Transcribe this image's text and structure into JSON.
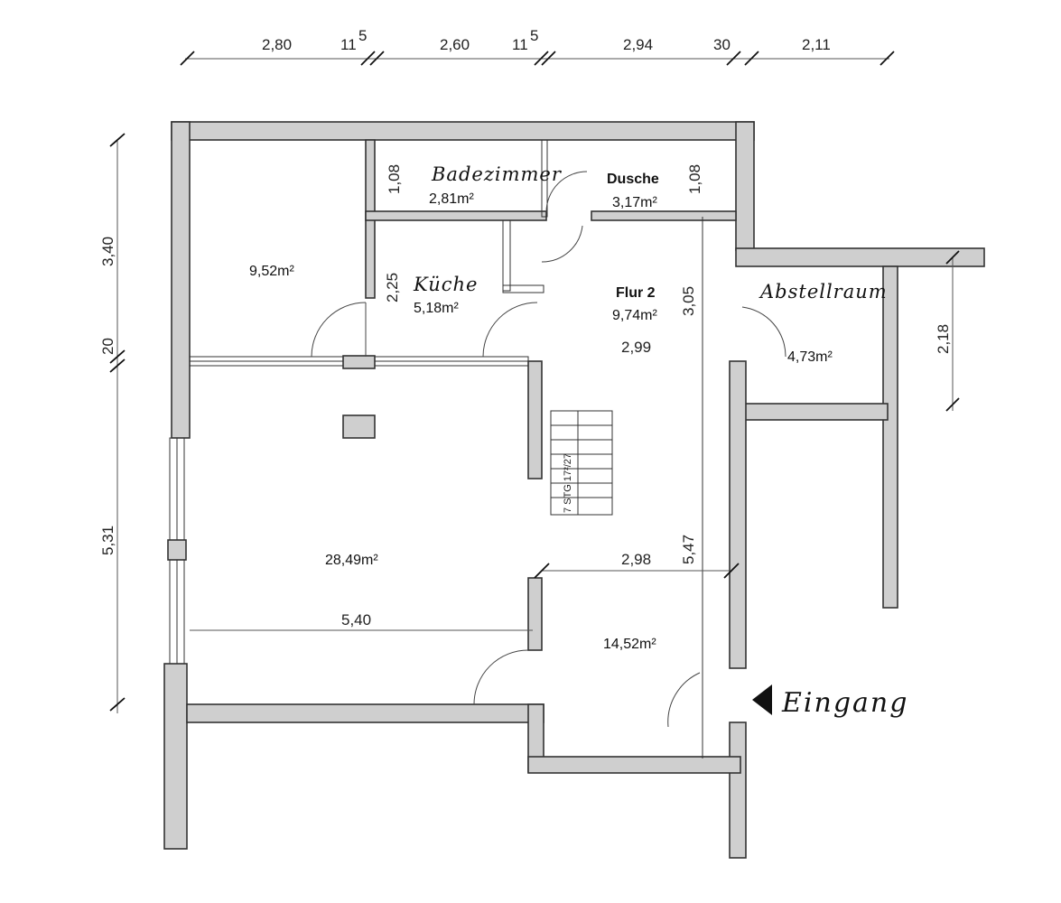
{
  "dimensions": {
    "top": [
      "2,80",
      "11",
      "5",
      "2,60",
      "11",
      "5",
      "2,94",
      "30",
      "2,11"
    ],
    "left": [
      "3,40",
      "20",
      "5,31"
    ],
    "internal": [
      "1,08",
      "1,08",
      "2,25",
      "3,05",
      "2,18",
      "5,47",
      "2,99",
      "2,98",
      "5,40"
    ]
  },
  "rooms": [
    {
      "label": "",
      "area": "9,52m²"
    },
    {
      "label": "Badezimmer",
      "area": "2,81m²"
    },
    {
      "label": "Dusche",
      "area": "3,17m²"
    },
    {
      "label": "Küche",
      "area": "5,18m²"
    },
    {
      "label": "Flur 2",
      "area": "9,74m²"
    },
    {
      "label": "Abstellraum",
      "area": "4,73m²"
    },
    {
      "label": "",
      "area": "28,49m²"
    },
    {
      "label": "",
      "area": "14,52m²"
    }
  ],
  "stairs": {
    "label": "7 STG 17²/27"
  },
  "entrance": {
    "label": "Eingang",
    "icon": "entrance-arrow-icon"
  },
  "colors": {
    "wall_fill": "#cfcfcf",
    "line": "#333333"
  }
}
